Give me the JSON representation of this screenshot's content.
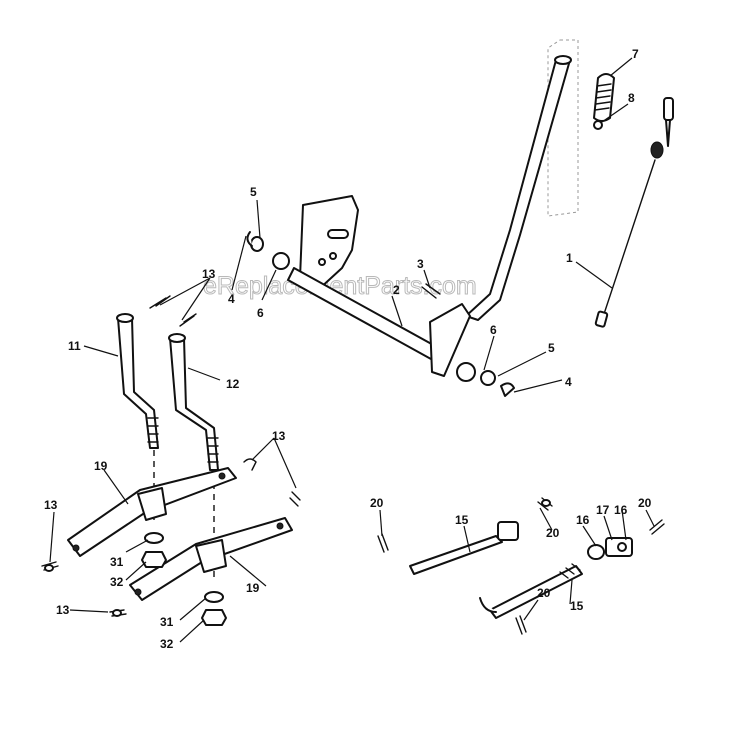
{
  "watermark": "eReplacementParts.com",
  "callouts": {
    "c1": "1",
    "c2": "2",
    "c3": "3",
    "c4a": "4",
    "c4b": "4",
    "c5a": "5",
    "c5b": "5",
    "c6a": "6",
    "c6b": "6",
    "c7": "7",
    "c8": "8",
    "c11": "11",
    "c12": "12",
    "c13a": "13",
    "c13b": "13",
    "c13c": "13",
    "c13d": "13",
    "c15a": "15",
    "c15b": "15",
    "c16a": "16",
    "c16b": "16",
    "c17": "17",
    "c19a": "19",
    "c19b": "19",
    "c20a": "20",
    "c20b": "20",
    "c20c": "20",
    "c20d": "20",
    "c31a": "31",
    "c31b": "31",
    "c32a": "32",
    "c32b": "32"
  }
}
